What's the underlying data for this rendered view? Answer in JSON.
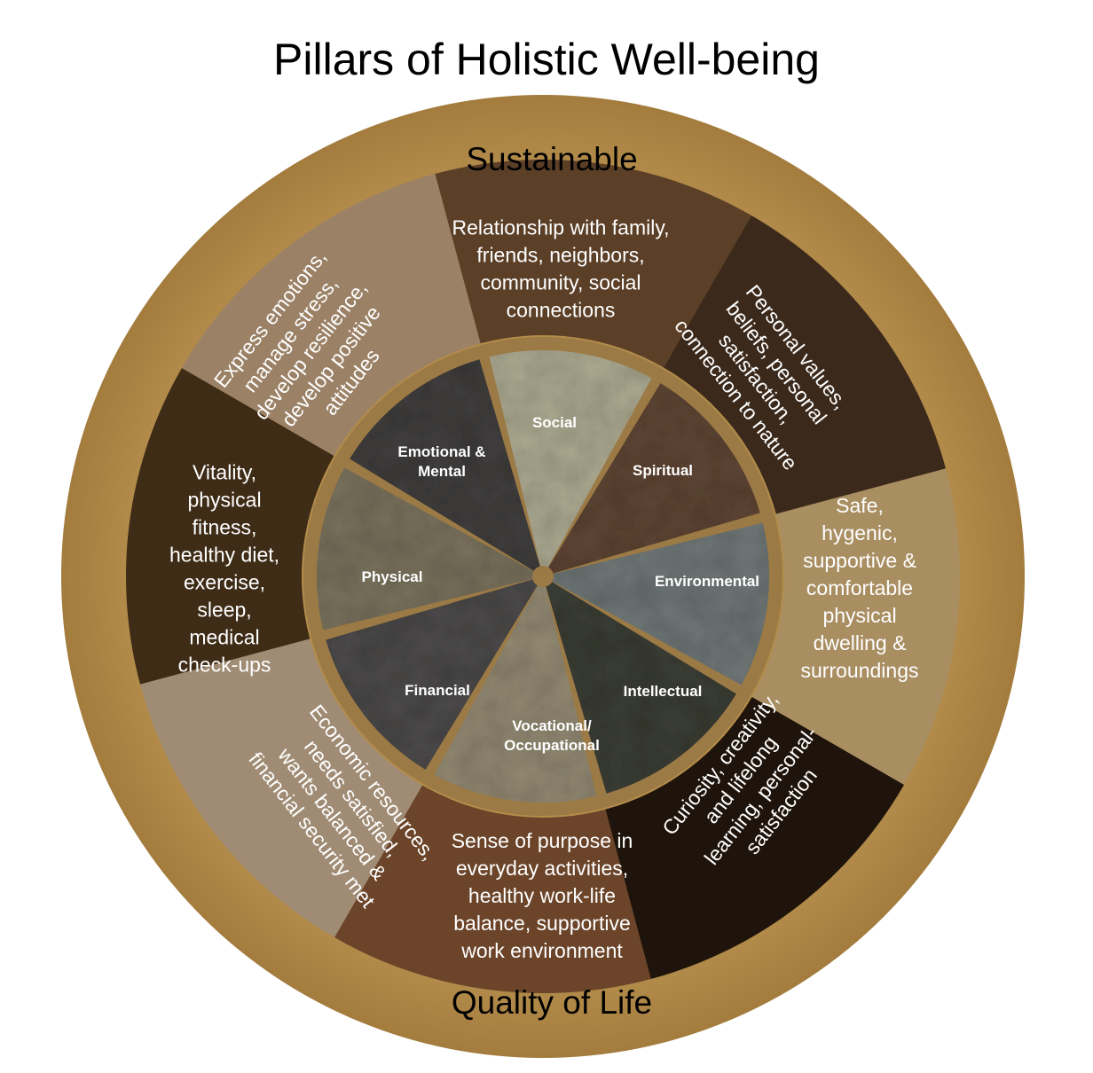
{
  "title": "Pillars of Holistic Well-being",
  "outer_top_label": "Sustainable",
  "outer_bottom_label": "Quality of Life",
  "colors": {
    "outer_ring": "#b08a4a",
    "inner_rim": "#9c7a45",
    "background": "#ffffff"
  },
  "pillars": [
    {
      "id": "social",
      "name_lines": [
        "Social"
      ],
      "stone_color": "#a9a68e",
      "band_color": "#5b3f27",
      "description_lines": [
        "Relationship with family,",
        "friends, neighbors,",
        "community, social",
        "connections"
      ]
    },
    {
      "id": "spiritual",
      "name_lines": [
        "Spiritual"
      ],
      "stone_color": "#5d4434",
      "band_color": "#3b2a1c",
      "description_lines": [
        "Personal values,",
        "beliefs, personal",
        "satisfaction,",
        "connection to nature"
      ]
    },
    {
      "id": "environmental",
      "name_lines": [
        "Environmental"
      ],
      "stone_color": "#6d7475",
      "band_color": "#a98e62",
      "description_lines": [
        "Safe,",
        "hygenic,",
        "supportive &",
        "comfortable",
        "physical",
        "dwelling &",
        "surroundings"
      ]
    },
    {
      "id": "intellectual",
      "name_lines": [
        "Intellectual"
      ],
      "stone_color": "#3a3c35",
      "band_color": "#1f140b",
      "description_lines": [
        "Curiosity, creativity,",
        "and lifelong",
        "learning, personal-",
        "satisfaction"
      ]
    },
    {
      "id": "vocational",
      "name_lines": [
        "Vocational/",
        "Occupational"
      ],
      "stone_color": "#8f8670",
      "band_color": "#6b4429",
      "description_lines": [
        "Sense of purpose in",
        "everyday activities,",
        "healthy work-life",
        "balance, supportive",
        "work environment"
      ]
    },
    {
      "id": "financial",
      "name_lines": [
        "Financial"
      ],
      "stone_color": "#4b4a48",
      "band_color": "#a08c74",
      "description_lines": [
        "Economic resources,",
        "needs satisfied,",
        "wants balanced &",
        "financial security met"
      ]
    },
    {
      "id": "physical",
      "name_lines": [
        "Physical"
      ],
      "stone_color": "#77705c",
      "band_color": "#3e2c17",
      "description_lines": [
        "Vitality,",
        "physical",
        "fitness,",
        "healthy diet,",
        "exercise,",
        "sleep,",
        "medical",
        "check-ups"
      ]
    },
    {
      "id": "emotional",
      "name_lines": [
        "Emotional &",
        "Mental"
      ],
      "stone_color": "#3f3e3c",
      "band_color": "#9b8166",
      "description_lines": [
        "Express emotions,",
        "manage stress,",
        "develop resilience,",
        "develop positive",
        "attitudes"
      ]
    }
  ]
}
